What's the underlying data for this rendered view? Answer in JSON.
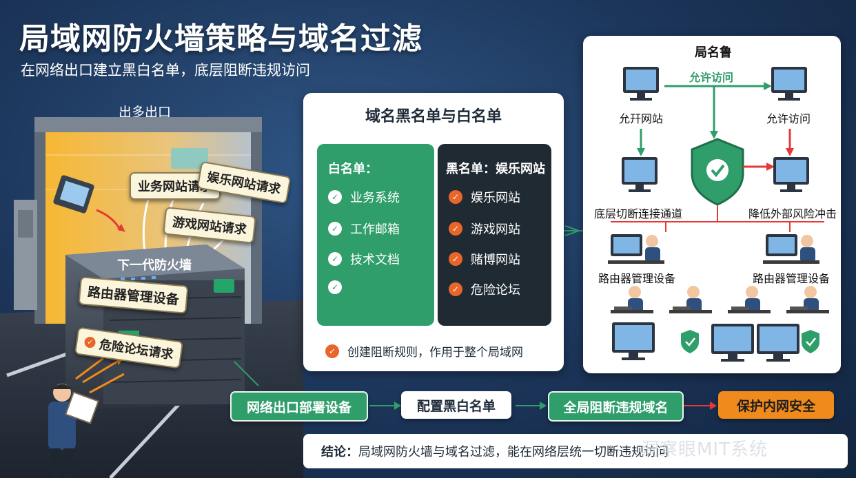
{
  "header": {
    "title": "局域网防火墙策略与域名过滤",
    "subtitle": "在网络出口建立黑白名单，底层阻断违规访问"
  },
  "scene": {
    "gateway_label": "出多出口",
    "firewall_label": "下一代防火墙",
    "router_tag": "路由器管理设备",
    "requests": {
      "business": "业务网站请求",
      "entertainment": "娱乐网站请求",
      "game": "游戏网站请求",
      "danger": "危险论坛请求"
    }
  },
  "lists": {
    "title": "域名黑名单与白名单",
    "whitelist": {
      "title": "白名单：",
      "items": [
        "业务系统",
        "工作邮箱",
        "技术文档",
        ""
      ]
    },
    "blacklist": {
      "title": "黑名单：娱乐网站",
      "items": [
        "娱乐网站",
        "游戏网站",
        "赌博网站",
        "危险论坛"
      ]
    },
    "rule": "创建阻断规则，作用于整个局域网"
  },
  "network": {
    "title": "局名鲁",
    "allow_access_top": "允许访问",
    "allowed_site": "允幵网站",
    "allow_access_right": "允许访问",
    "cut_channel": "底层切断连接通道",
    "reduce_risk": "降低外部风险冲击",
    "router_mgmt_left": "路由器管理设备",
    "router_mgmt_right": "路由器管理设备"
  },
  "flow": {
    "step1": "网络出口部署设备",
    "step2": "配置黑白名单",
    "step3": "全局阻断违规域名",
    "step4": "保护内网安全"
  },
  "conclusion": {
    "label": "结论：",
    "text": "局域网防火墙与域名过滤，能在网络层统一切断违规访问"
  },
  "watermark": "洞察眼MIT系统",
  "colors": {
    "green": "#2f9e6b",
    "dark": "#1f2a32",
    "orange": "#f08a1c",
    "alert_red": "#e53935",
    "background": "#1b3458"
  },
  "icons": [
    "check-icon",
    "shield-check-icon",
    "monitor-icon",
    "user-at-desk-icon",
    "clipboard-icon"
  ]
}
